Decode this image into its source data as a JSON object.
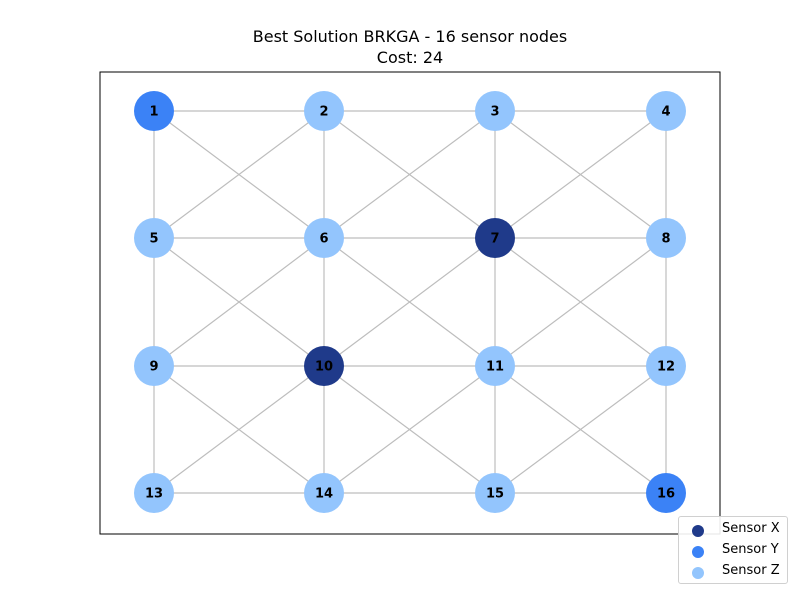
{
  "figure": {
    "title_line1": "Best Solution BRKGA - 16 sensor nodes",
    "title_line2": "Cost: 24"
  },
  "legend": {
    "items": [
      {
        "label": "Sensor X",
        "color": "#1f3a8a"
      },
      {
        "label": "Sensor Y",
        "color": "#3b82f6"
      },
      {
        "label": "Sensor Z",
        "color": "#93c5fd"
      }
    ]
  },
  "graph": {
    "edge_color": "#bdbdbd",
    "nodes": [
      {
        "id": "1",
        "type": "Y"
      },
      {
        "id": "2",
        "type": "Z"
      },
      {
        "id": "3",
        "type": "Z"
      },
      {
        "id": "4",
        "type": "Z"
      },
      {
        "id": "5",
        "type": "Z"
      },
      {
        "id": "6",
        "type": "Z"
      },
      {
        "id": "7",
        "type": "X"
      },
      {
        "id": "8",
        "type": "Z"
      },
      {
        "id": "9",
        "type": "Z"
      },
      {
        "id": "10",
        "type": "X"
      },
      {
        "id": "11",
        "type": "Z"
      },
      {
        "id": "12",
        "type": "Z"
      },
      {
        "id": "13",
        "type": "Z"
      },
      {
        "id": "14",
        "type": "Z"
      },
      {
        "id": "15",
        "type": "Z"
      },
      {
        "id": "16",
        "type": "Y"
      }
    ],
    "edges": [
      [
        "1",
        "2"
      ],
      [
        "2",
        "3"
      ],
      [
        "3",
        "4"
      ],
      [
        "5",
        "6"
      ],
      [
        "6",
        "7"
      ],
      [
        "7",
        "8"
      ],
      [
        "9",
        "10"
      ],
      [
        "10",
        "11"
      ],
      [
        "11",
        "12"
      ],
      [
        "13",
        "14"
      ],
      [
        "14",
        "15"
      ],
      [
        "15",
        "16"
      ],
      [
        "1",
        "5"
      ],
      [
        "5",
        "9"
      ],
      [
        "9",
        "13"
      ],
      [
        "2",
        "6"
      ],
      [
        "6",
        "10"
      ],
      [
        "10",
        "14"
      ],
      [
        "3",
        "7"
      ],
      [
        "7",
        "11"
      ],
      [
        "11",
        "15"
      ],
      [
        "4",
        "8"
      ],
      [
        "8",
        "12"
      ],
      [
        "12",
        "16"
      ],
      [
        "1",
        "6"
      ],
      [
        "2",
        "5"
      ],
      [
        "2",
        "7"
      ],
      [
        "3",
        "6"
      ],
      [
        "3",
        "8"
      ],
      [
        "4",
        "7"
      ],
      [
        "5",
        "10"
      ],
      [
        "6",
        "9"
      ],
      [
        "6",
        "11"
      ],
      [
        "7",
        "10"
      ],
      [
        "7",
        "12"
      ],
      [
        "8",
        "11"
      ],
      [
        "9",
        "14"
      ],
      [
        "10",
        "13"
      ],
      [
        "10",
        "15"
      ],
      [
        "11",
        "14"
      ],
      [
        "11",
        "16"
      ],
      [
        "12",
        "15"
      ]
    ]
  },
  "sensor_colors": {
    "X": "#1f3a8a",
    "Y": "#3b82f6",
    "Z": "#93c5fd"
  }
}
